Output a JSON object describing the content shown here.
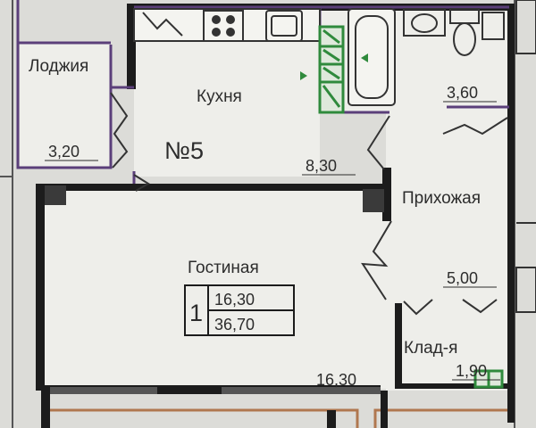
{
  "apartment": {
    "number": "№5",
    "rooms_count": "1",
    "living_area": "16,30",
    "total_area": "36,70"
  },
  "rooms": {
    "loggia": {
      "name": "Лоджия",
      "area": "3,20"
    },
    "kitchen": {
      "name": "Кухня",
      "area": "8,30"
    },
    "bathroom": {
      "area": "3,60"
    },
    "hallway": {
      "name": "Прихожая",
      "area": "5,00"
    },
    "living": {
      "name": "Гостиная",
      "area": "16,30"
    },
    "storage": {
      "name": "Клад-я",
      "area": "1,90"
    }
  },
  "colors": {
    "background": "#dcdcd8",
    "room_fill": "#eeeeea",
    "wall": "#1c1c1c",
    "outline": "#5b3f7a",
    "fixture_green": "#2f8a3c",
    "neighbor_outline": "#b0774f"
  }
}
